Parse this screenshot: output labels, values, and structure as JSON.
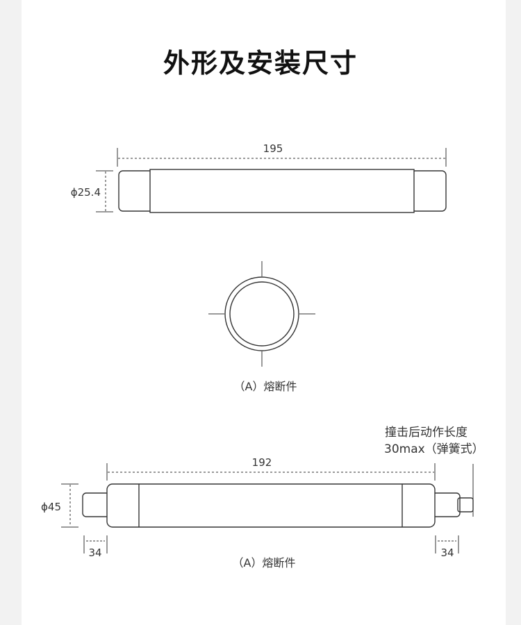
{
  "title": "外形及安装尺寸",
  "top_fuse": {
    "length": "195",
    "diameter": "ϕ25.4",
    "caption": "（A）熔断件"
  },
  "bottom_fuse": {
    "length": "192",
    "diameter": "ϕ45",
    "left_cap": "34",
    "right_cap": "34",
    "striker_note_line1": "撞击后动作长度",
    "striker_note_line2": "30max（弹簧式）",
    "caption": "（A）熔断件"
  }
}
